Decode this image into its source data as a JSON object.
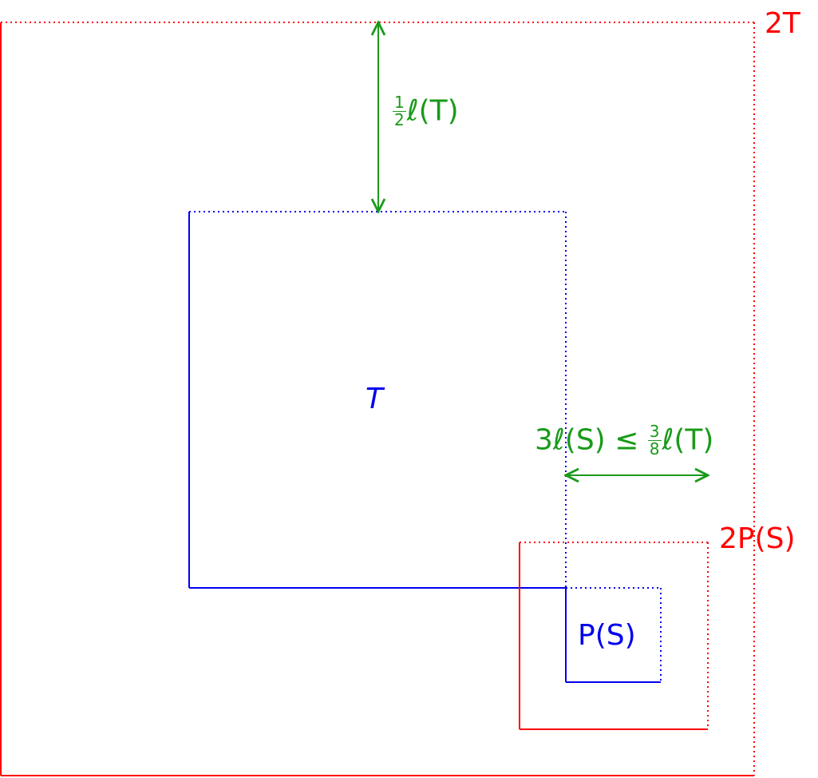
{
  "colors": {
    "red": "#ff0000",
    "blue": "#0000ee",
    "green": "#1a9a1a"
  },
  "labels": {
    "outer_square": "2T",
    "inner_square": "T",
    "small_square": "P(S)",
    "small_square_double": "2P(S)",
    "top_gap": {
      "fraction_num": "1",
      "fraction_den": "2",
      "expr": "ℓ(T)"
    },
    "side_gap": {
      "prefix": "3ℓ(S) ≤ ",
      "fraction_num": "3",
      "fraction_den": "8",
      "expr": "ℓ(T)"
    }
  }
}
